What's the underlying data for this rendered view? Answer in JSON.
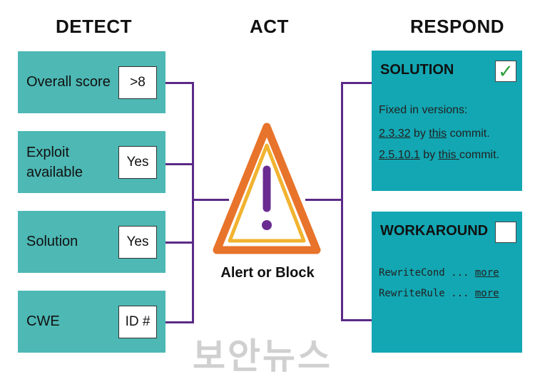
{
  "headers": {
    "detect": "DETECT",
    "act": "ACT",
    "respond": "RESPOND"
  },
  "detect": [
    {
      "label": "Overall score",
      "value": ">8"
    },
    {
      "label": "Exploit available",
      "value": "Yes"
    },
    {
      "label": "Solution",
      "value": "Yes"
    },
    {
      "label": "CWE",
      "value": "ID #"
    }
  ],
  "act": {
    "label": "Alert or Block",
    "icon": "warning-triangle-icon"
  },
  "respond": {
    "solution": {
      "title": "SOLUTION",
      "check": "✓",
      "fixed_label": "Fixed in versions:",
      "lines": [
        {
          "version": "2.3.32",
          "by": " by ",
          "link": "this",
          "rest": " commit."
        },
        {
          "version": "2.5.10.1",
          "by": " by ",
          "link": "this ",
          "rest": "commit."
        }
      ]
    },
    "workaround": {
      "title": "WORKAROUND",
      "lines": [
        {
          "code": "RewriteCond ... ",
          "more": "more"
        },
        {
          "code": "RewriteRule ... ",
          "more": "more"
        }
      ]
    }
  },
  "watermark": "보안뉴스",
  "colors": {
    "detect": "#4db8b4",
    "respond": "#12a7b3",
    "connector": "#5b2a86",
    "triangle_outer": "#e8732a",
    "triangle_inner": "#f2b330",
    "exclamation": "#6a2c91"
  }
}
